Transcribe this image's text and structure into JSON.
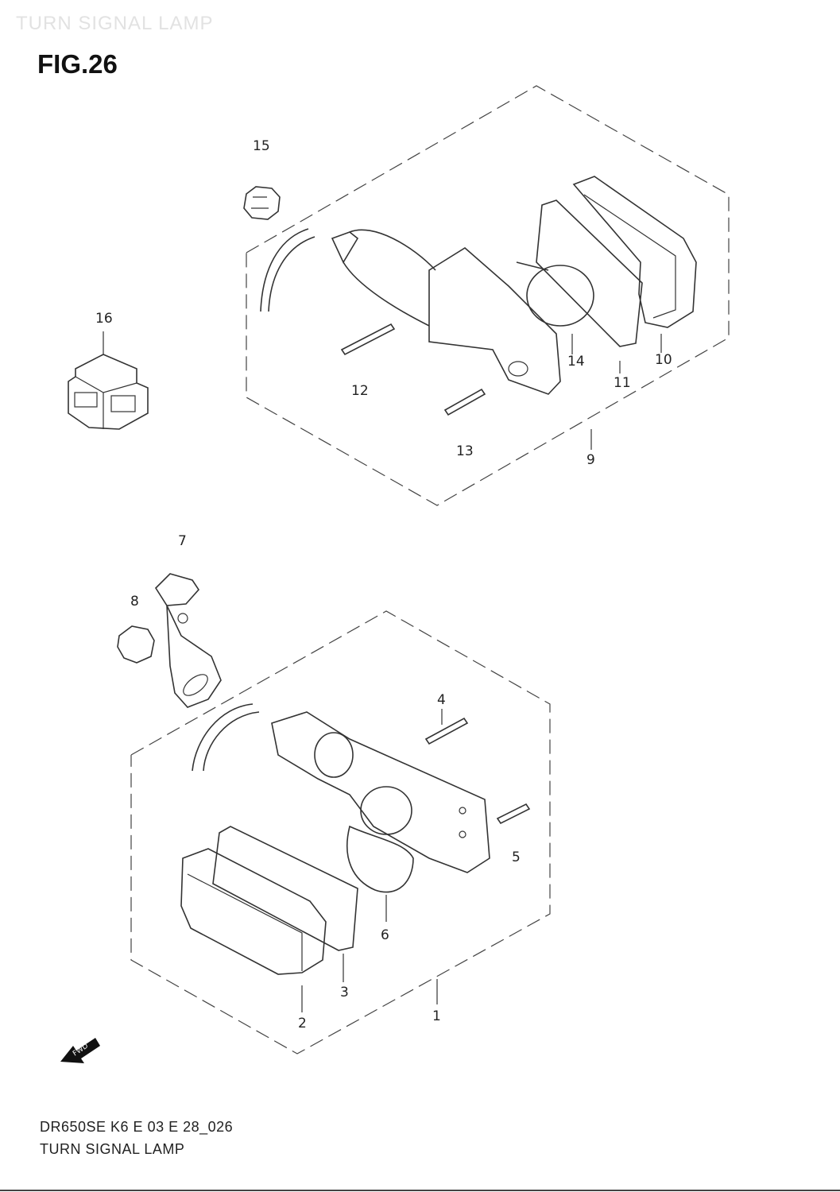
{
  "header": {
    "faint_title": "TURN SIGNAL LAMP",
    "figure_label": "FIG.26"
  },
  "callouts": {
    "c1": "1",
    "c2": "2",
    "c3": "3",
    "c4": "4",
    "c5": "5",
    "c6": "6",
    "c7": "7",
    "c8": "8",
    "c9": "9",
    "c10": "10",
    "c11": "11",
    "c12": "12",
    "c13": "13",
    "c14": "14",
    "c15": "15",
    "c16": "16"
  },
  "direction_arrow": {
    "label": "FWD",
    "icon": "fwd-arrow-icon"
  },
  "footer": {
    "code": "DR650SE K6 E 03 E 28_026",
    "title": "TURN SIGNAL LAMP"
  }
}
